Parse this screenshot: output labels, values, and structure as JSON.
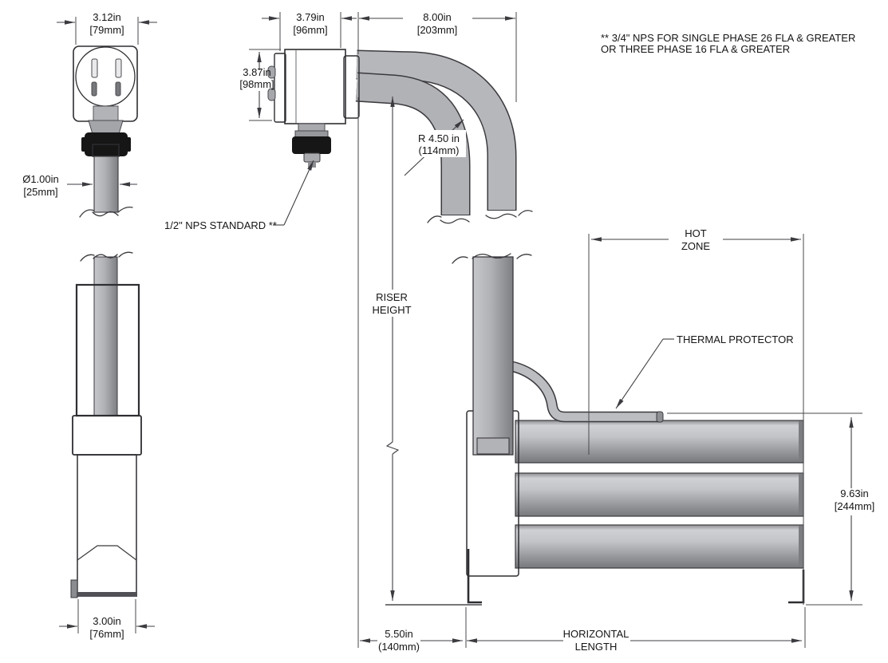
{
  "note": {
    "line1": "** 3/4\" NPS FOR SINGLE PHASE 26 FLA & GREATER",
    "line2": "OR THREE PHASE 16 FLA  & GREATER"
  },
  "dims": {
    "front_width": {
      "in": "3.12in",
      "mm": "[79mm]"
    },
    "box_width": {
      "in": "3.79in",
      "mm": "[96mm]"
    },
    "reach": {
      "in": "8.00in",
      "mm": "[203mm]"
    },
    "box_height": {
      "in": "3.87in",
      "mm": "[98mm]"
    },
    "bend_radius": {
      "in": "R 4.50 in",
      "mm": "(114mm)"
    },
    "tube_diameter": {
      "in": "Ø1.00in",
      "mm": "[25mm]"
    },
    "bundle_height": {
      "in": "9.63in",
      "mm": "[244mm]"
    },
    "end_width": {
      "in": "3.00in",
      "mm": "[76mm]"
    },
    "offset": {
      "in": "5.50in",
      "mm": "(140mm)"
    }
  },
  "labels": {
    "nps_standard": "1/2\" NPS STANDARD **",
    "riser_height": {
      "line1": "RISER",
      "line2": "HEIGHT"
    },
    "hot_zone": {
      "line1": "HOT",
      "line2": "ZONE"
    },
    "thermal_protector": "THERMAL PROTECTOR",
    "horizontal_length": {
      "line1": "HORIZONTAL",
      "line2": "LENGTH"
    }
  },
  "colors": {
    "line": "#3f3f44",
    "metal": "#b4b5b8",
    "metal_dark": "#8e8f93",
    "plate": "#96979b",
    "black_fitting": "#161616",
    "background": "#ffffff"
  }
}
